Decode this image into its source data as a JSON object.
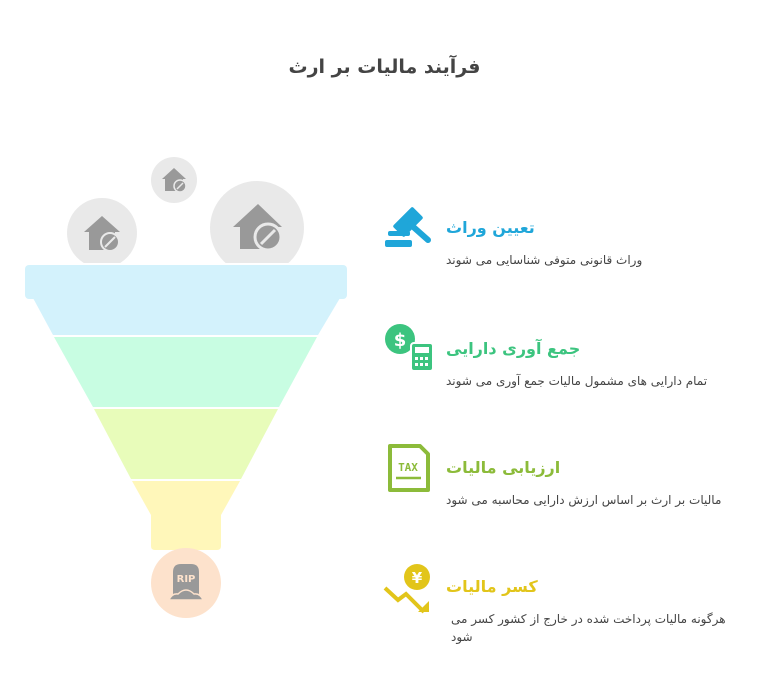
{
  "title": "فرآیند مالیات بر ارث",
  "funnel_colors": [
    "#d3f2fc",
    "#c8fde2",
    "#e8fcba",
    "#fff7ba"
  ],
  "steps": [
    {
      "title": "تعیین وراث",
      "description": "وراث قانونی متوفی شناسایی می شوند",
      "color": "#1fa6d9",
      "icon": "gavel-icon"
    },
    {
      "title": "جمع آوری دارایی",
      "description": "تمام دارایی های مشمول مالیات جمع آوری می شوند",
      "color": "#3cc47f",
      "icon": "money-calculator-icon"
    },
    {
      "title": "ارزیابی مالیات",
      "description": "مالیات بر ارث بر اساس ارزش دارایی محاسبه می شود",
      "color": "#8cbb3a",
      "icon": "tax-document-icon"
    },
    {
      "title": "کسر مالیات",
      "description": "هرگونه مالیات پرداخت شده در خارج از کشور کسر می شود",
      "color": "#e2c51a",
      "icon": "yen-decrease-icon"
    }
  ],
  "rip_label": "RIP"
}
